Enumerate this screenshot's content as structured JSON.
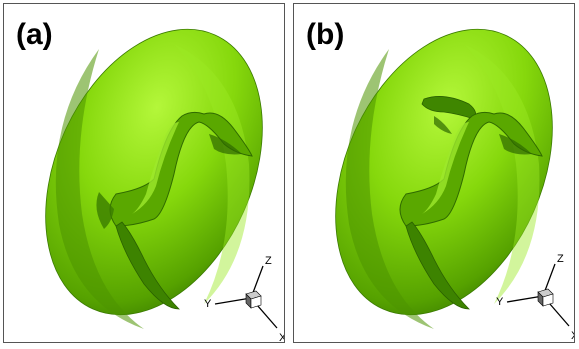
{
  "panels": [
    {
      "label": "(a)",
      "axes": {
        "z": "Z",
        "y": "Y",
        "x": "X"
      }
    },
    {
      "label": "(b)",
      "axes": {
        "z": "Z",
        "y": "Y",
        "x": "X"
      }
    }
  ],
  "colors": {
    "surface_light": "#a6f21c",
    "surface_mid": "#7ccf07",
    "surface_dark": "#3e8a00",
    "shadow": "#2c6a00",
    "frame": "#555555",
    "triad_cube": "#888888"
  },
  "icons": [
    "orientation-triad-icon"
  ]
}
